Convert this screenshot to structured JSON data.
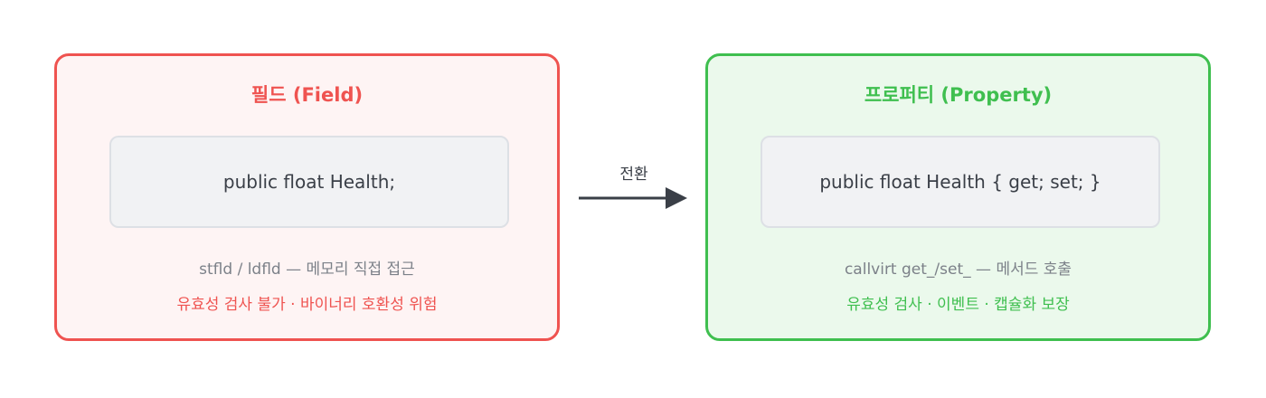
{
  "field_panel": {
    "title": "필드 (Field)",
    "code": "public float Health;",
    "description": "stfld / ldfld — 메모리 직접 접근",
    "note": "유효성 검사 불가 · 바이너리 호환성 위험",
    "accent_color": "#ef5350"
  },
  "property_panel": {
    "title": "프로퍼티 (Property)",
    "code": "public float Health { get; set; }",
    "description": "callvirt get_/set_ — 메서드 호출",
    "note": "유효성 검사 · 이벤트 · 캡슐화 보장",
    "accent_color": "#3fbf4f"
  },
  "transition": {
    "label": "전환",
    "icon": "arrow-right-icon"
  }
}
